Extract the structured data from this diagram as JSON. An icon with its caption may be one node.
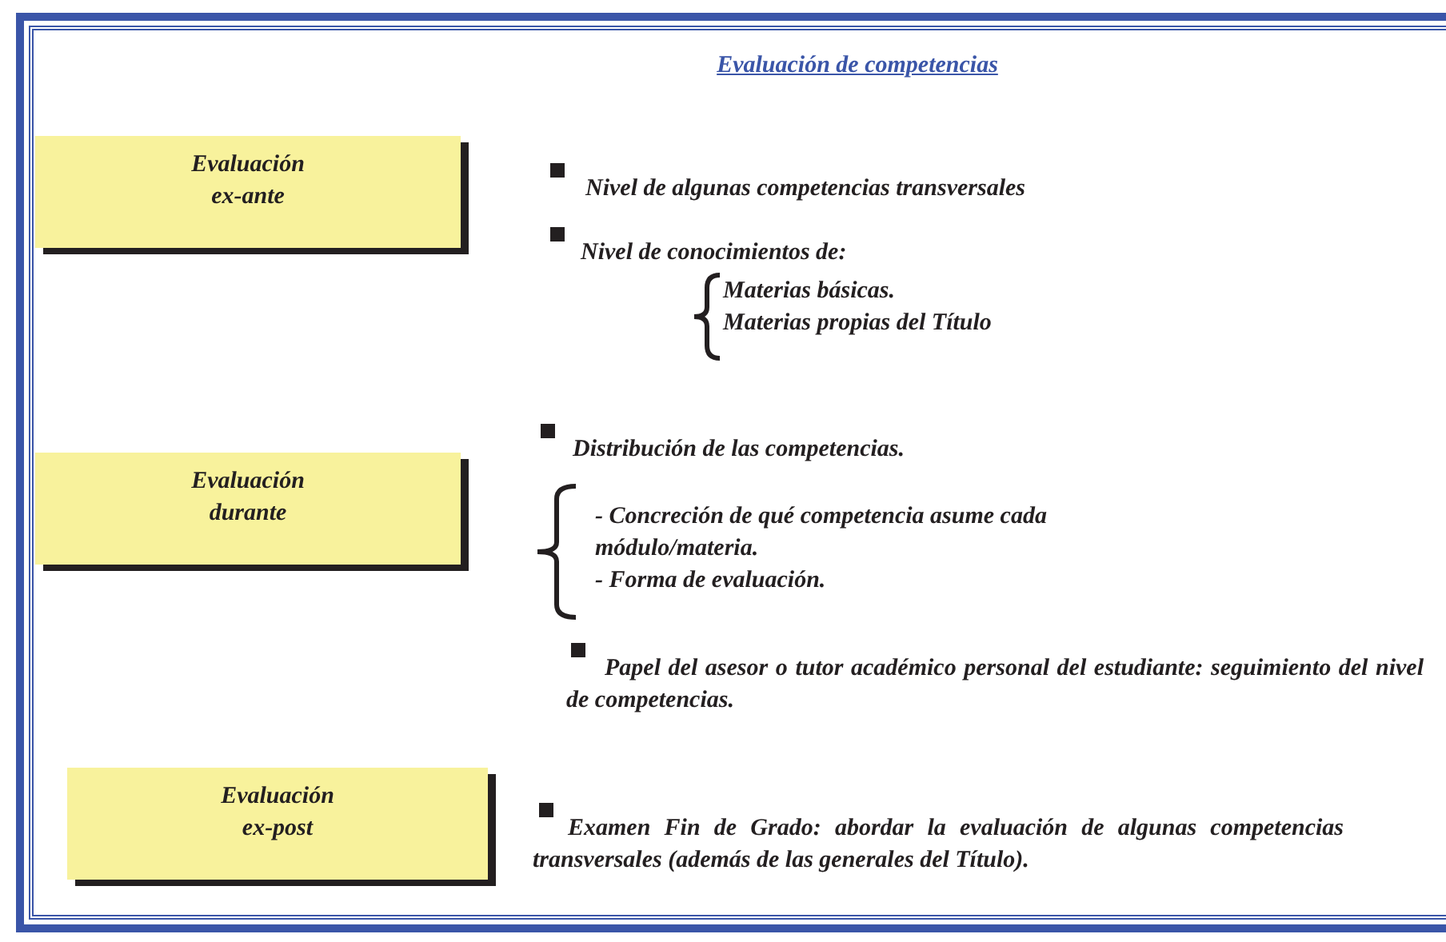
{
  "diagram": {
    "title": "Evaluación de competencias",
    "nodes": [
      {
        "text": [
          "Evaluación ex-ante"
        ]
      },
      {
        "text": [
          "Evaluación durante"
        ]
      },
      {
        "text": [
          "Evaluación ex-post"
        ]
      }
    ],
    "labels": [
      "Nivel de algunas competencias transversales",
      "Nivel de conocimientos de:",
      "Materias básicas.",
      "Materias propias del Título",
      "Distribución de las competencias.",
      "- Concreción de qué competencia asume cada módulo/materia.",
      "- Forma de evaluación.",
      "Papel del asesor o tutor académico personal del estudiante: seguimiento del nivel de competencias.",
      "Examen Fin de Grado: abordar la evaluación de algunas competencias transversales (además de las generales del Título)."
    ]
  }
}
